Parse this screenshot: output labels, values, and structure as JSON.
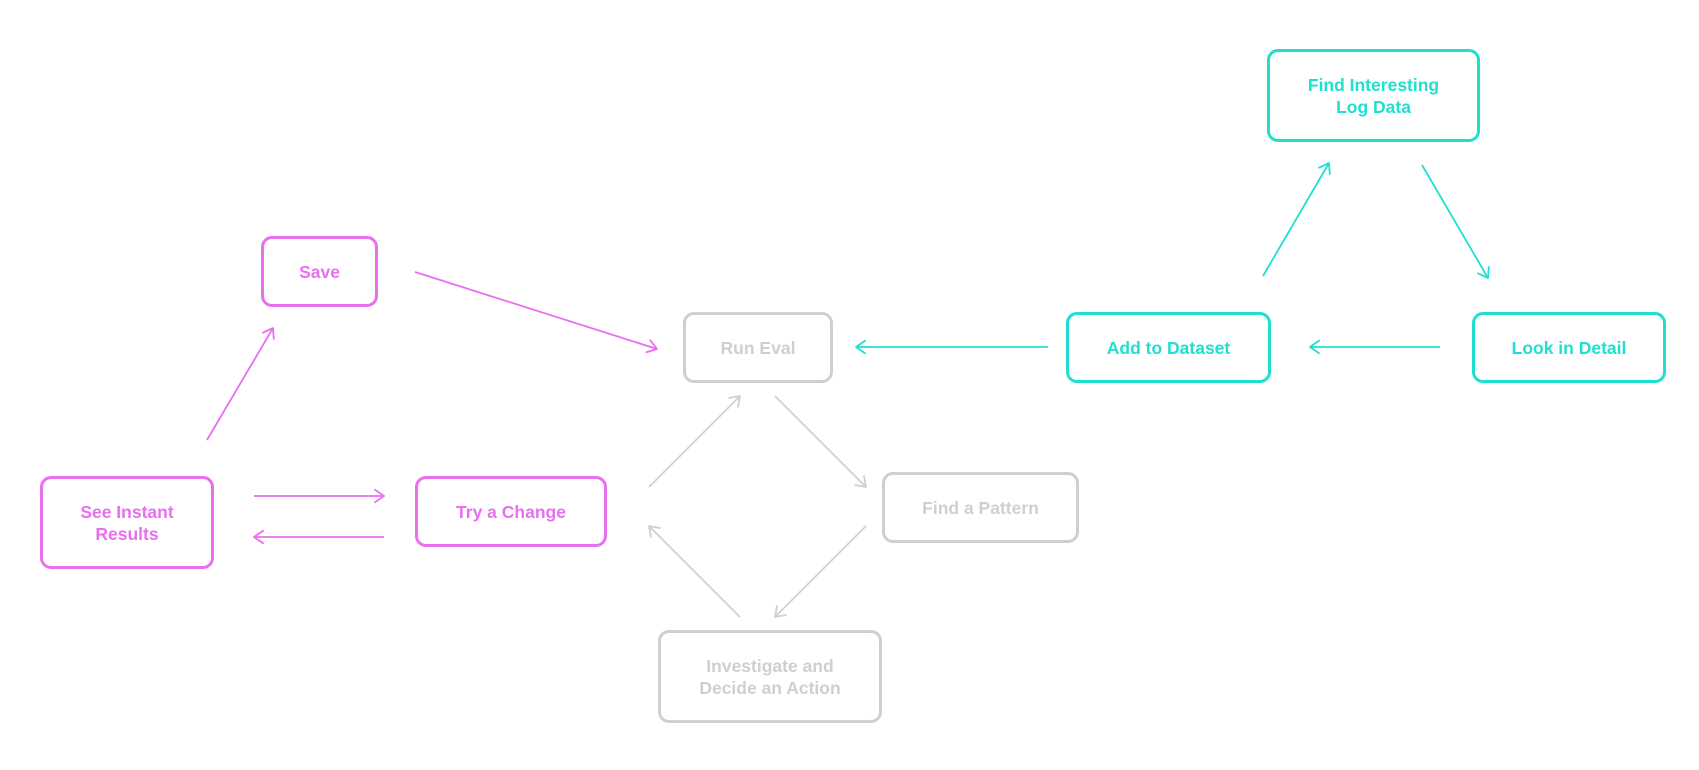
{
  "colors": {
    "magenta": "#e86ff0",
    "gray": "#cfcfcf",
    "cyan": "#1fe0d0"
  },
  "nodes": {
    "save": {
      "label": "Save"
    },
    "see_instant_results": {
      "label": "See Instant\nResults"
    },
    "try_a_change": {
      "label": "Try a Change"
    },
    "run_eval": {
      "label": "Run Eval"
    },
    "find_a_pattern": {
      "label": "Find a Pattern"
    },
    "investigate": {
      "label": "Investigate and\nDecide an Action"
    },
    "add_to_dataset": {
      "label": "Add to Dataset"
    },
    "find_interesting_log_data": {
      "label": "Find Interesting\nLog Data"
    },
    "look_in_detail": {
      "label": "Look in Detail"
    }
  },
  "edges": [
    {
      "from": "see_instant_results",
      "to": "save",
      "color": "magenta"
    },
    {
      "from": "save",
      "to": "run_eval",
      "color": "magenta"
    },
    {
      "from": "see_instant_results",
      "to": "try_a_change",
      "color": "magenta"
    },
    {
      "from": "try_a_change",
      "to": "see_instant_results",
      "color": "magenta"
    },
    {
      "from": "try_a_change",
      "to": "run_eval",
      "color": "gray"
    },
    {
      "from": "run_eval",
      "to": "find_a_pattern",
      "color": "gray"
    },
    {
      "from": "find_a_pattern",
      "to": "investigate",
      "color": "gray"
    },
    {
      "from": "investigate",
      "to": "try_a_change",
      "color": "gray"
    },
    {
      "from": "add_to_dataset",
      "to": "run_eval",
      "color": "cyan"
    },
    {
      "from": "look_in_detail",
      "to": "add_to_dataset",
      "color": "cyan"
    },
    {
      "from": "add_to_dataset",
      "to": "find_interesting_log_data",
      "color": "cyan"
    },
    {
      "from": "find_interesting_log_data",
      "to": "look_in_detail",
      "color": "cyan"
    }
  ]
}
